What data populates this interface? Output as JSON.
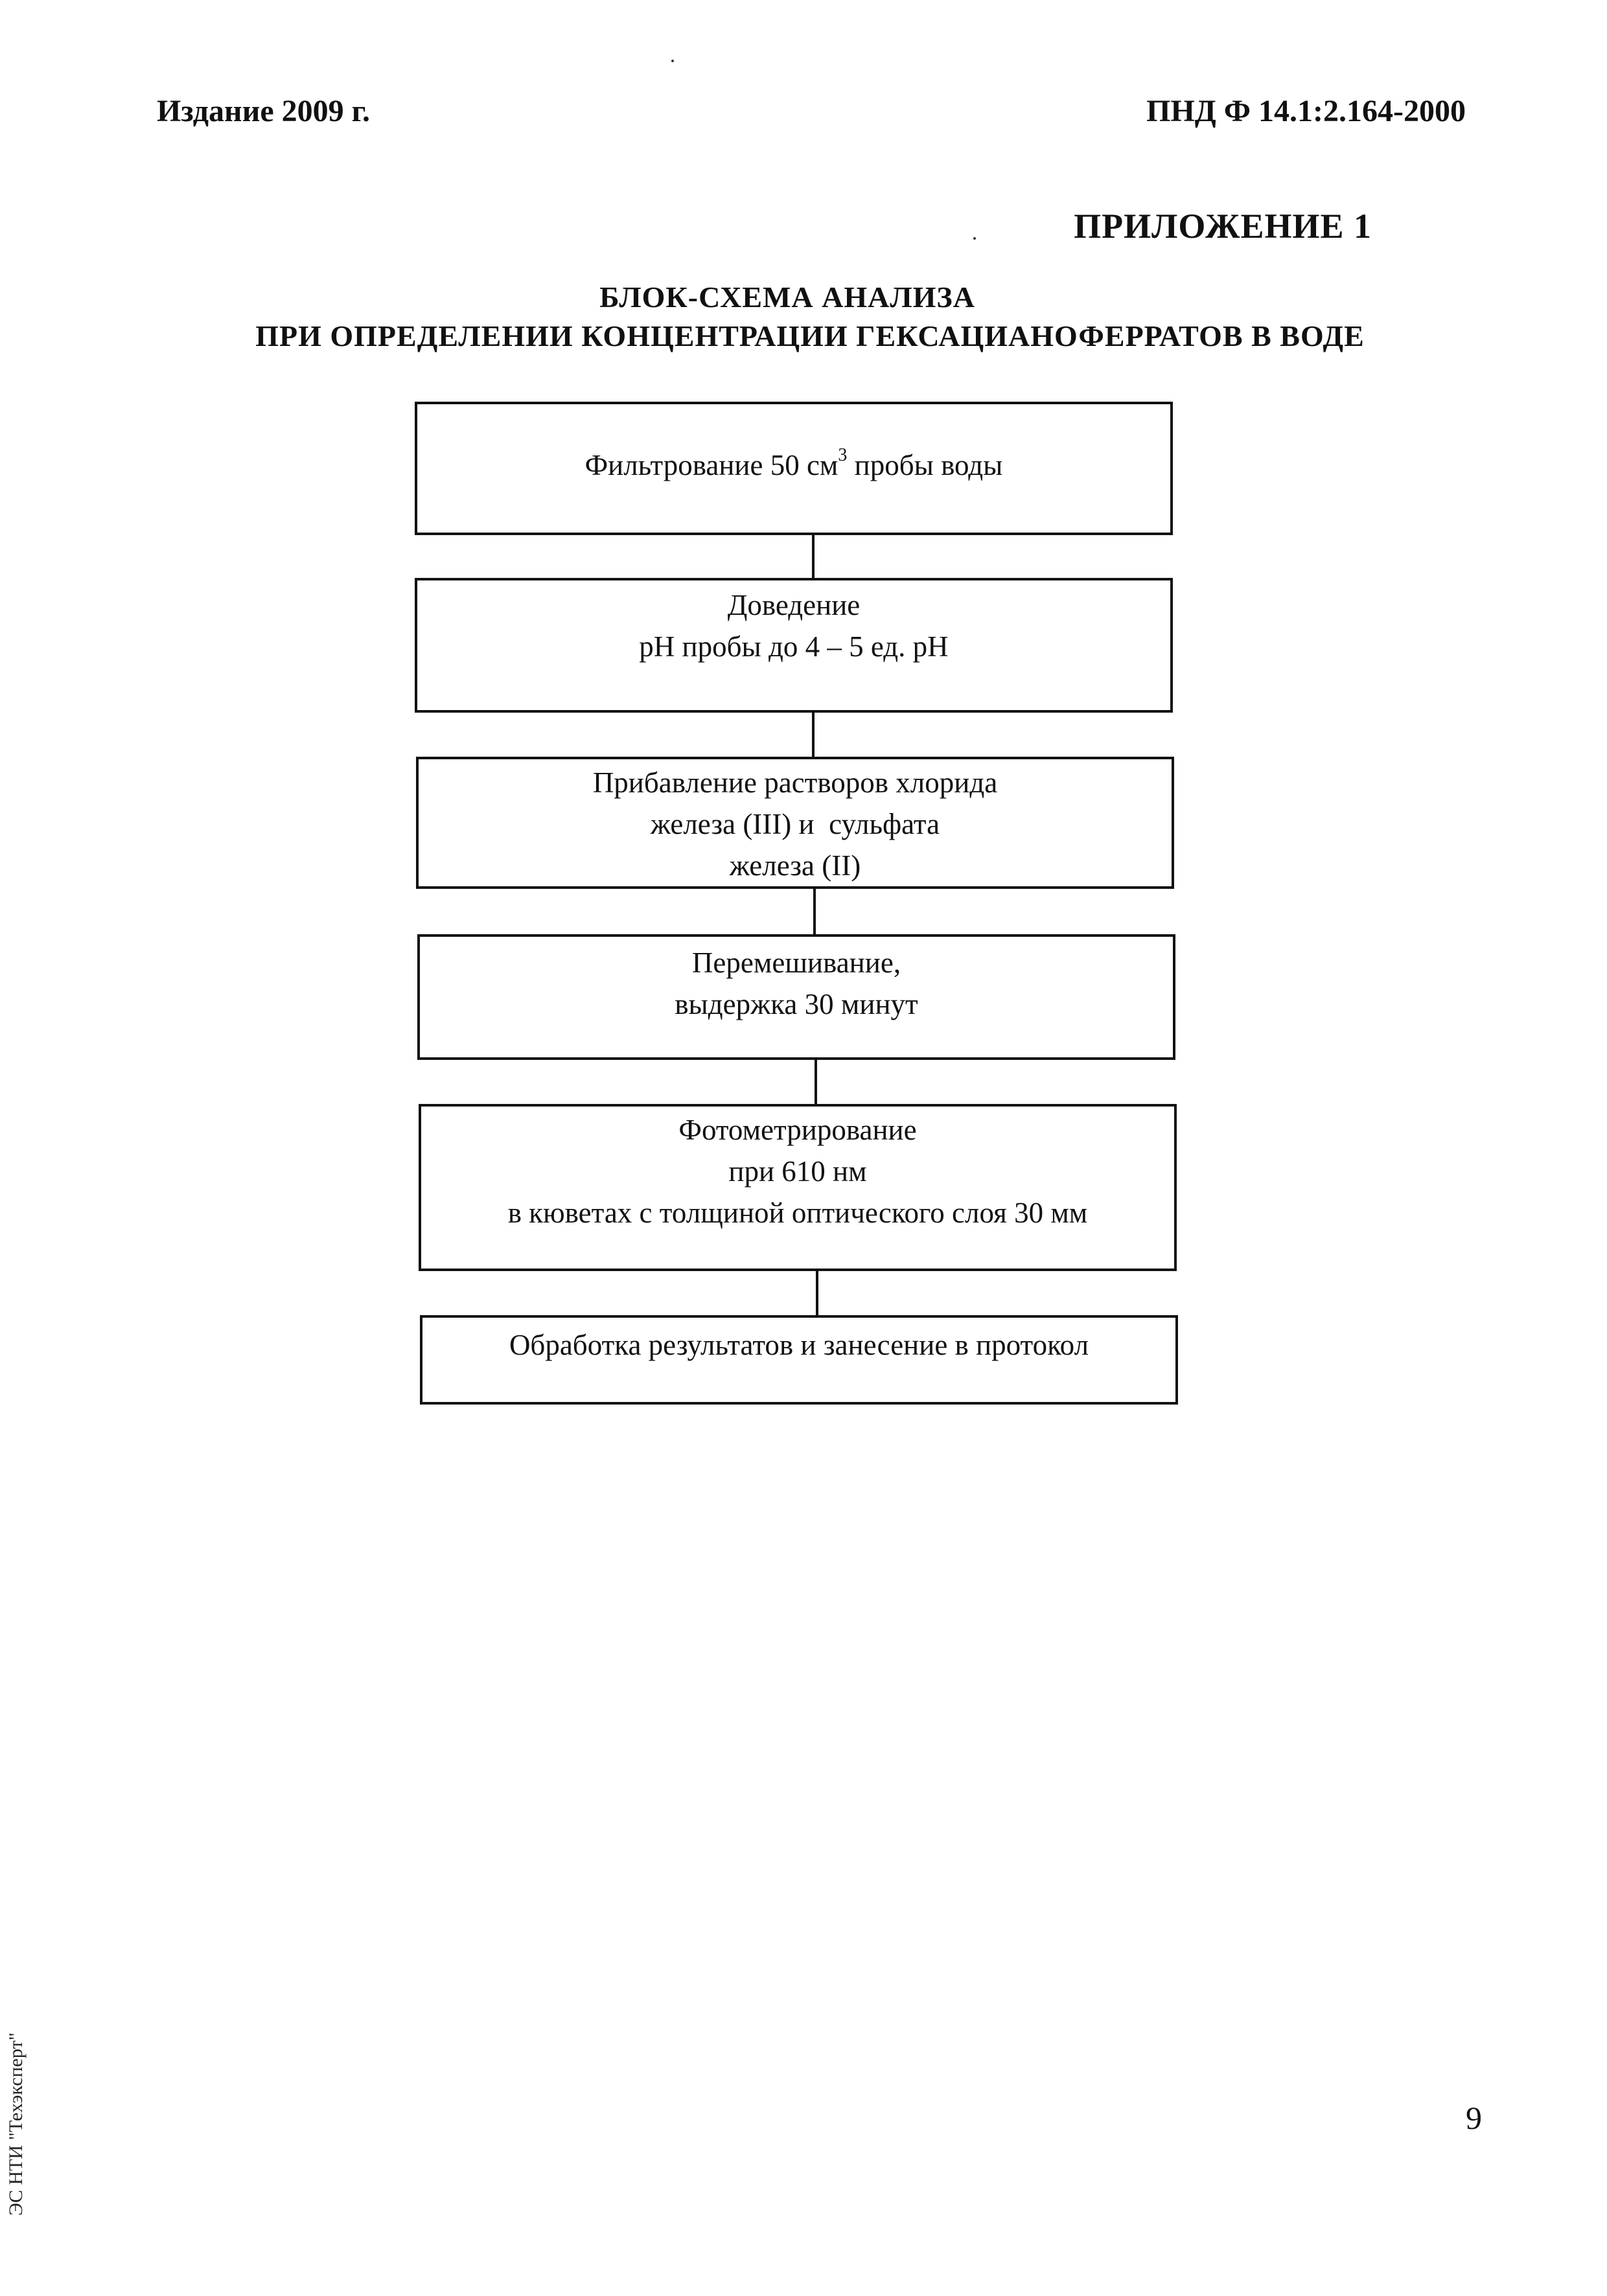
{
  "header": {
    "edition": "Издание 2009 г.",
    "doc_code": "ПНД Ф 14.1:2.164-2000"
  },
  "appendix_label": "ПРИЛОЖЕНИЕ 1",
  "title": {
    "line1": "БЛОК-СХЕМА АНАЛИЗА",
    "line2": "ПРИ ОПРЕДЕЛЕНИИ КОНЦЕНТРАЦИИ ГЕКСАЦИАНОФЕРРАТОВ В ВОДЕ"
  },
  "steps": [
    {
      "pre": "Фильтрование 50 см",
      "sup": "3",
      "post": " пробы воды"
    },
    {
      "lines": [
        "Доведение",
        "рН пробы до 4 – 5 ед. рН"
      ]
    },
    {
      "lines": [
        "Прибавление растворов хлорида",
        "железа (III) и  сульфата",
        "железа (II)"
      ]
    },
    {
      "lines": [
        "Перемешивание,",
        "выдержка 30 минут"
      ]
    },
    {
      "lines": [
        "Фотометрирование",
        "при 610 нм",
        "в кюветах с толщиной оптического слоя 30 мм"
      ]
    },
    {
      "lines": [
        "Обработка результатов и занесение в протокол"
      ]
    }
  ],
  "page_number": "9",
  "side_stamp": "ЭС НТИ \"Техэксперт\""
}
